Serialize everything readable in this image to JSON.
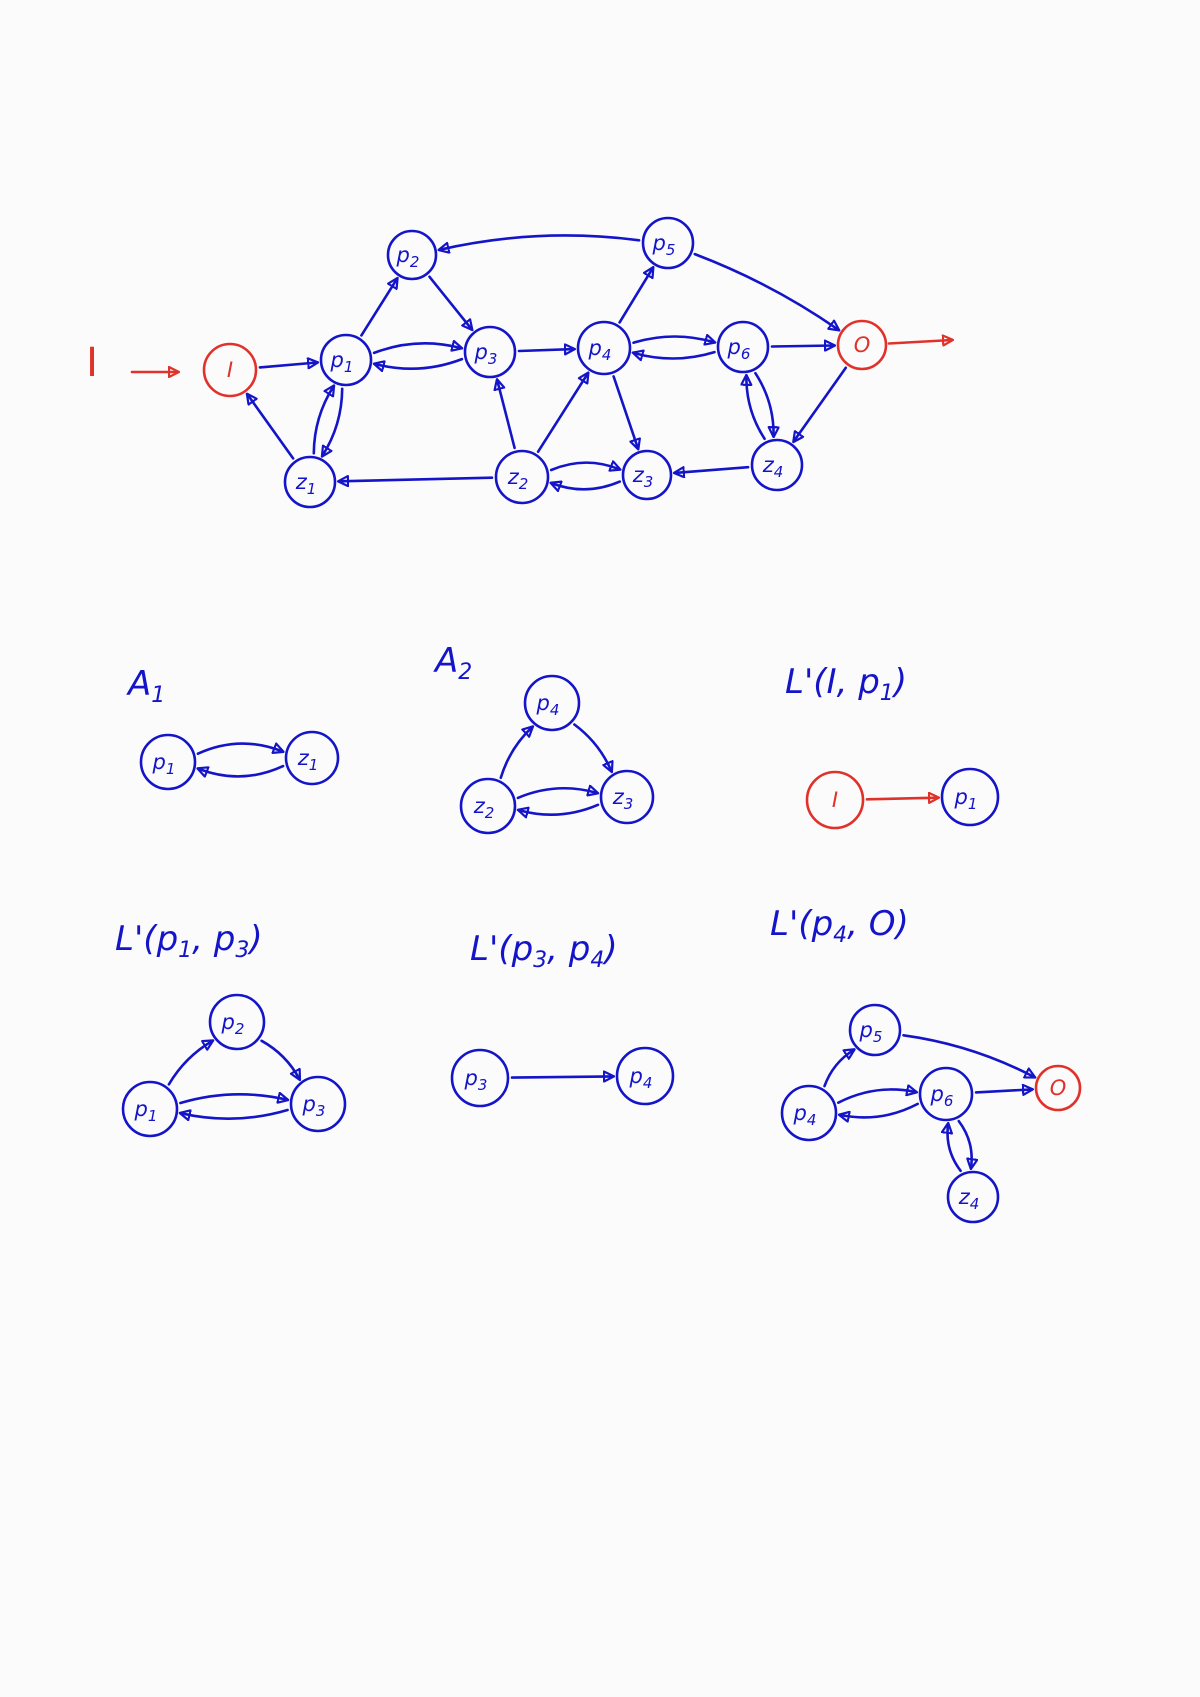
{
  "colors": {
    "graph": "#1414c8",
    "io": "#e0322a",
    "background": "#fbfbfb"
  },
  "panels": [
    {
      "id": "main",
      "title": "",
      "input_label": "I",
      "nodes": [
        {
          "id": "I",
          "label": "I",
          "kind": "io"
        },
        {
          "id": "p1",
          "label": "p1",
          "kind": "graph"
        },
        {
          "id": "p2",
          "label": "p2",
          "kind": "graph"
        },
        {
          "id": "p3",
          "label": "p3",
          "kind": "graph"
        },
        {
          "id": "p4",
          "label": "p4",
          "kind": "graph"
        },
        {
          "id": "p5",
          "label": "p5",
          "kind": "graph"
        },
        {
          "id": "p6",
          "label": "p6",
          "kind": "graph"
        },
        {
          "id": "O",
          "label": "O",
          "kind": "io"
        },
        {
          "id": "z1",
          "label": "z1",
          "kind": "graph"
        },
        {
          "id": "z2",
          "label": "z2",
          "kind": "graph"
        },
        {
          "id": "z3",
          "label": "z3",
          "kind": "graph"
        },
        {
          "id": "z4",
          "label": "z4",
          "kind": "graph"
        }
      ],
      "edges": [
        [
          "I",
          "p1"
        ],
        [
          "p1",
          "p2"
        ],
        [
          "p1",
          "p3"
        ],
        [
          "p3",
          "p1"
        ],
        [
          "p1",
          "z1"
        ],
        [
          "z1",
          "p1"
        ],
        [
          "z1",
          "I"
        ],
        [
          "p2",
          "p3"
        ],
        [
          "p5",
          "p2"
        ],
        [
          "p3",
          "p4"
        ],
        [
          "p4",
          "p5"
        ],
        [
          "p5",
          "O"
        ],
        [
          "p4",
          "p6"
        ],
        [
          "p6",
          "p4"
        ],
        [
          "p6",
          "O"
        ],
        [
          "p4",
          "z3"
        ],
        [
          "z2",
          "p3"
        ],
        [
          "z2",
          "p4"
        ],
        [
          "z2",
          "z1"
        ],
        [
          "z2",
          "z3"
        ],
        [
          "z3",
          "z2"
        ],
        [
          "z4",
          "z3"
        ],
        [
          "p6",
          "z4"
        ],
        [
          "z4",
          "p6"
        ],
        [
          "O",
          "z4"
        ],
        [
          "O",
          "out"
        ]
      ]
    },
    {
      "id": "A1",
      "title": "A1",
      "nodes": [
        {
          "id": "p1",
          "label": "p1",
          "kind": "graph"
        },
        {
          "id": "z1",
          "label": "z1",
          "kind": "graph"
        }
      ],
      "edges": [
        [
          "p1",
          "z1"
        ],
        [
          "z1",
          "p1"
        ]
      ]
    },
    {
      "id": "A2",
      "title": "A2",
      "nodes": [
        {
          "id": "p4",
          "label": "p4",
          "kind": "graph"
        },
        {
          "id": "z2",
          "label": "z2",
          "kind": "graph"
        },
        {
          "id": "z3",
          "label": "z3",
          "kind": "graph"
        }
      ],
      "edges": [
        [
          "z2",
          "p4"
        ],
        [
          "p4",
          "z3"
        ],
        [
          "z2",
          "z3"
        ],
        [
          "z3",
          "z2"
        ]
      ]
    },
    {
      "id": "L_I_p1",
      "title": "L'(I, p1)",
      "nodes": [
        {
          "id": "I",
          "label": "I",
          "kind": "io"
        },
        {
          "id": "p1",
          "label": "p1",
          "kind": "graph"
        }
      ],
      "edges": [
        [
          "I",
          "p1"
        ]
      ]
    },
    {
      "id": "L_p1_p3",
      "title": "L'(p1, p3)",
      "nodes": [
        {
          "id": "p1",
          "label": "p1",
          "kind": "graph"
        },
        {
          "id": "p2",
          "label": "p2",
          "kind": "graph"
        },
        {
          "id": "p3",
          "label": "p3",
          "kind": "graph"
        }
      ],
      "edges": [
        [
          "p1",
          "p2"
        ],
        [
          "p2",
          "p3"
        ],
        [
          "p1",
          "p3"
        ],
        [
          "p3",
          "p1"
        ]
      ]
    },
    {
      "id": "L_p3_p4",
      "title": "L'(p3, p4)",
      "nodes": [
        {
          "id": "p3",
          "label": "p3",
          "kind": "graph"
        },
        {
          "id": "p4",
          "label": "p4",
          "kind": "graph"
        }
      ],
      "edges": [
        [
          "p3",
          "p4"
        ]
      ]
    },
    {
      "id": "L_p4_O",
      "title": "L'(p4, O)",
      "nodes": [
        {
          "id": "p4",
          "label": "p4",
          "kind": "graph"
        },
        {
          "id": "p5",
          "label": "p5",
          "kind": "graph"
        },
        {
          "id": "p6",
          "label": "p6",
          "kind": "graph"
        },
        {
          "id": "O",
          "label": "O",
          "kind": "io"
        },
        {
          "id": "z4",
          "label": "z4",
          "kind": "graph"
        }
      ],
      "edges": [
        [
          "p4",
          "p5"
        ],
        [
          "p5",
          "O"
        ],
        [
          "p4",
          "p6"
        ],
        [
          "p6",
          "p4"
        ],
        [
          "p6",
          "O"
        ],
        [
          "p6",
          "z4"
        ],
        [
          "z4",
          "p6"
        ]
      ]
    }
  ]
}
